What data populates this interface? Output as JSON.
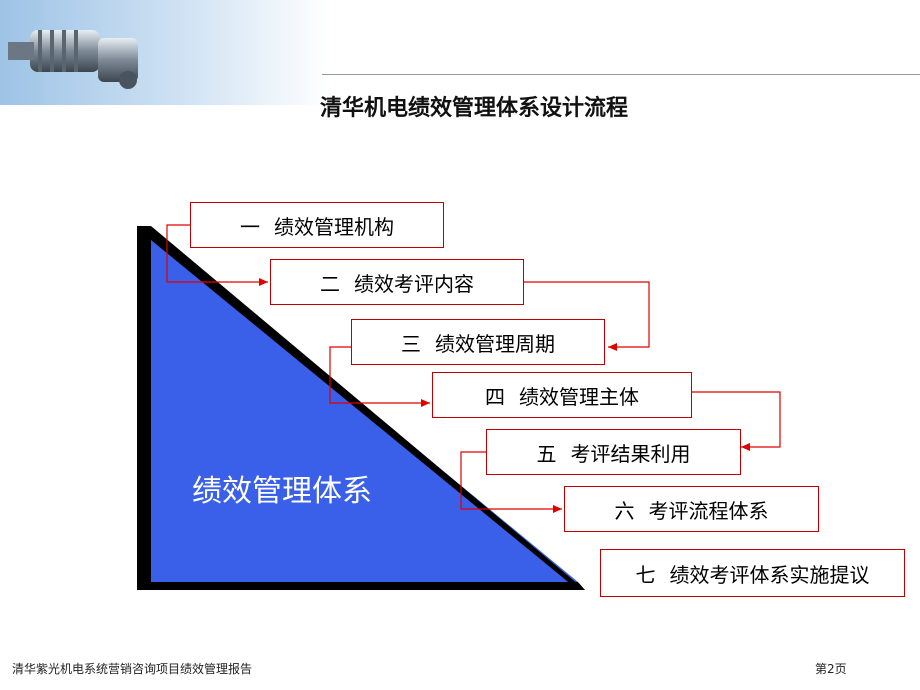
{
  "title": "清华机电绩效管理体系设计流程",
  "pyramid_label": "绩效管理体系",
  "stages": [
    {
      "num": "一",
      "label": "绩效管理机构"
    },
    {
      "num": "二",
      "label": "绩效考评内容"
    },
    {
      "num": "三",
      "label": "绩效管理周期"
    },
    {
      "num": "四",
      "label": "绩效管理主体"
    },
    {
      "num": "五",
      "label": "考评结果利用"
    },
    {
      "num": "六",
      "label": "考评流程体系"
    },
    {
      "num": "七",
      "label": "绩效考评体系实施提议"
    }
  ],
  "footer": {
    "left": "清华紫光机电系统营销咨询项目绩效管理报告",
    "page": "第2页"
  },
  "colors": {
    "triangle": "#3a5fe8",
    "triangle_shadow": "#000000",
    "box_border": "#c00000",
    "arrow": "#e00000"
  }
}
